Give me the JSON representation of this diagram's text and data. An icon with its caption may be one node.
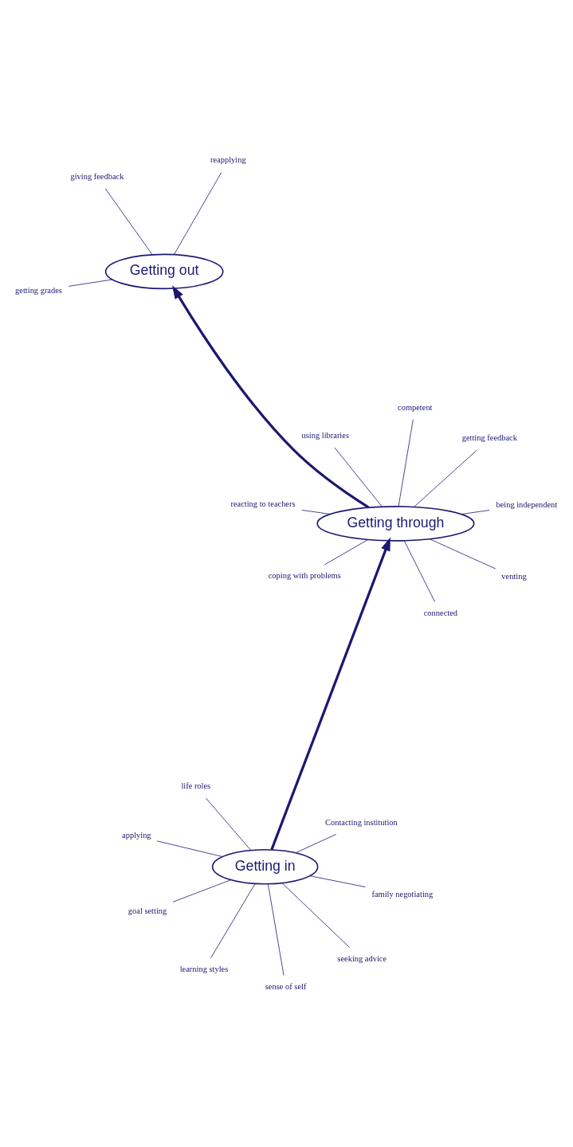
{
  "diagram": {
    "nodes": [
      {
        "text": [
          "Getting in"
        ]
      },
      {
        "text": [
          "family negotiating"
        ]
      },
      {
        "text": [
          "sense of self"
        ]
      },
      {
        "text": [
          "life roles"
        ]
      },
      {
        "text": [
          "Contacting institution"
        ]
      },
      {
        "text": [
          "applying"
        ]
      },
      {
        "text": [
          "goal setting"
        ]
      },
      {
        "text": [
          "seeking advice"
        ]
      },
      {
        "text": [
          "learning styles"
        ]
      },
      {
        "text": [
          "Getting through"
        ]
      },
      {
        "text": [
          "coping with problems"
        ]
      },
      {
        "text": [
          "reacting to teachers"
        ]
      },
      {
        "text": [
          "being independent"
        ]
      },
      {
        "text": [
          "getting feedback"
        ]
      },
      {
        "text": [
          "competent"
        ]
      },
      {
        "text": [
          "connected"
        ]
      },
      {
        "text": [
          "venting"
        ]
      },
      {
        "text": [
          "using libraries"
        ]
      },
      {
        "text": [
          "Getting out"
        ]
      },
      {
        "text": [
          "giving feedback"
        ]
      },
      {
        "text": [
          "reapplying"
        ]
      },
      {
        "text": [
          "getting grades"
        ]
      }
    ],
    "edges": [
      {
        "from": 0,
        "to": 9,
        "arrow": "to",
        "style": "thick"
      },
      {
        "from": 9,
        "to": 18,
        "arrow": "to",
        "style": "thick"
      },
      {
        "from": 1,
        "to": 0,
        "arrow": "none"
      },
      {
        "from": 2,
        "to": 0,
        "arrow": "none"
      },
      {
        "from": 3,
        "to": 0,
        "arrow": "none"
      },
      {
        "from": 4,
        "to": 0,
        "arrow": "none"
      },
      {
        "from": 5,
        "to": 0,
        "arrow": "none"
      },
      {
        "from": 6,
        "to": 0,
        "arrow": "none"
      },
      {
        "from": 7,
        "to": 0,
        "arrow": "none"
      },
      {
        "from": 8,
        "to": 0,
        "arrow": "none"
      },
      {
        "from": 10,
        "to": 9,
        "arrow": "none"
      },
      {
        "from": 11,
        "to": 9,
        "arrow": "none"
      },
      {
        "from": 12,
        "to": 9,
        "arrow": "none"
      },
      {
        "from": 13,
        "to": 9,
        "arrow": "none"
      },
      {
        "from": 14,
        "to": 9,
        "arrow": "none"
      },
      {
        "from": 15,
        "to": 9,
        "arrow": "none"
      },
      {
        "from": 16,
        "to": 9,
        "arrow": "none"
      },
      {
        "from": 17,
        "to": 9,
        "arrow": "none"
      },
      {
        "from": 19,
        "to": 18,
        "arrow": "none"
      },
      {
        "from": 20,
        "to": 18,
        "arrow": "none"
      },
      {
        "from": 21,
        "to": 18,
        "arrow": "none"
      }
    ]
  }
}
